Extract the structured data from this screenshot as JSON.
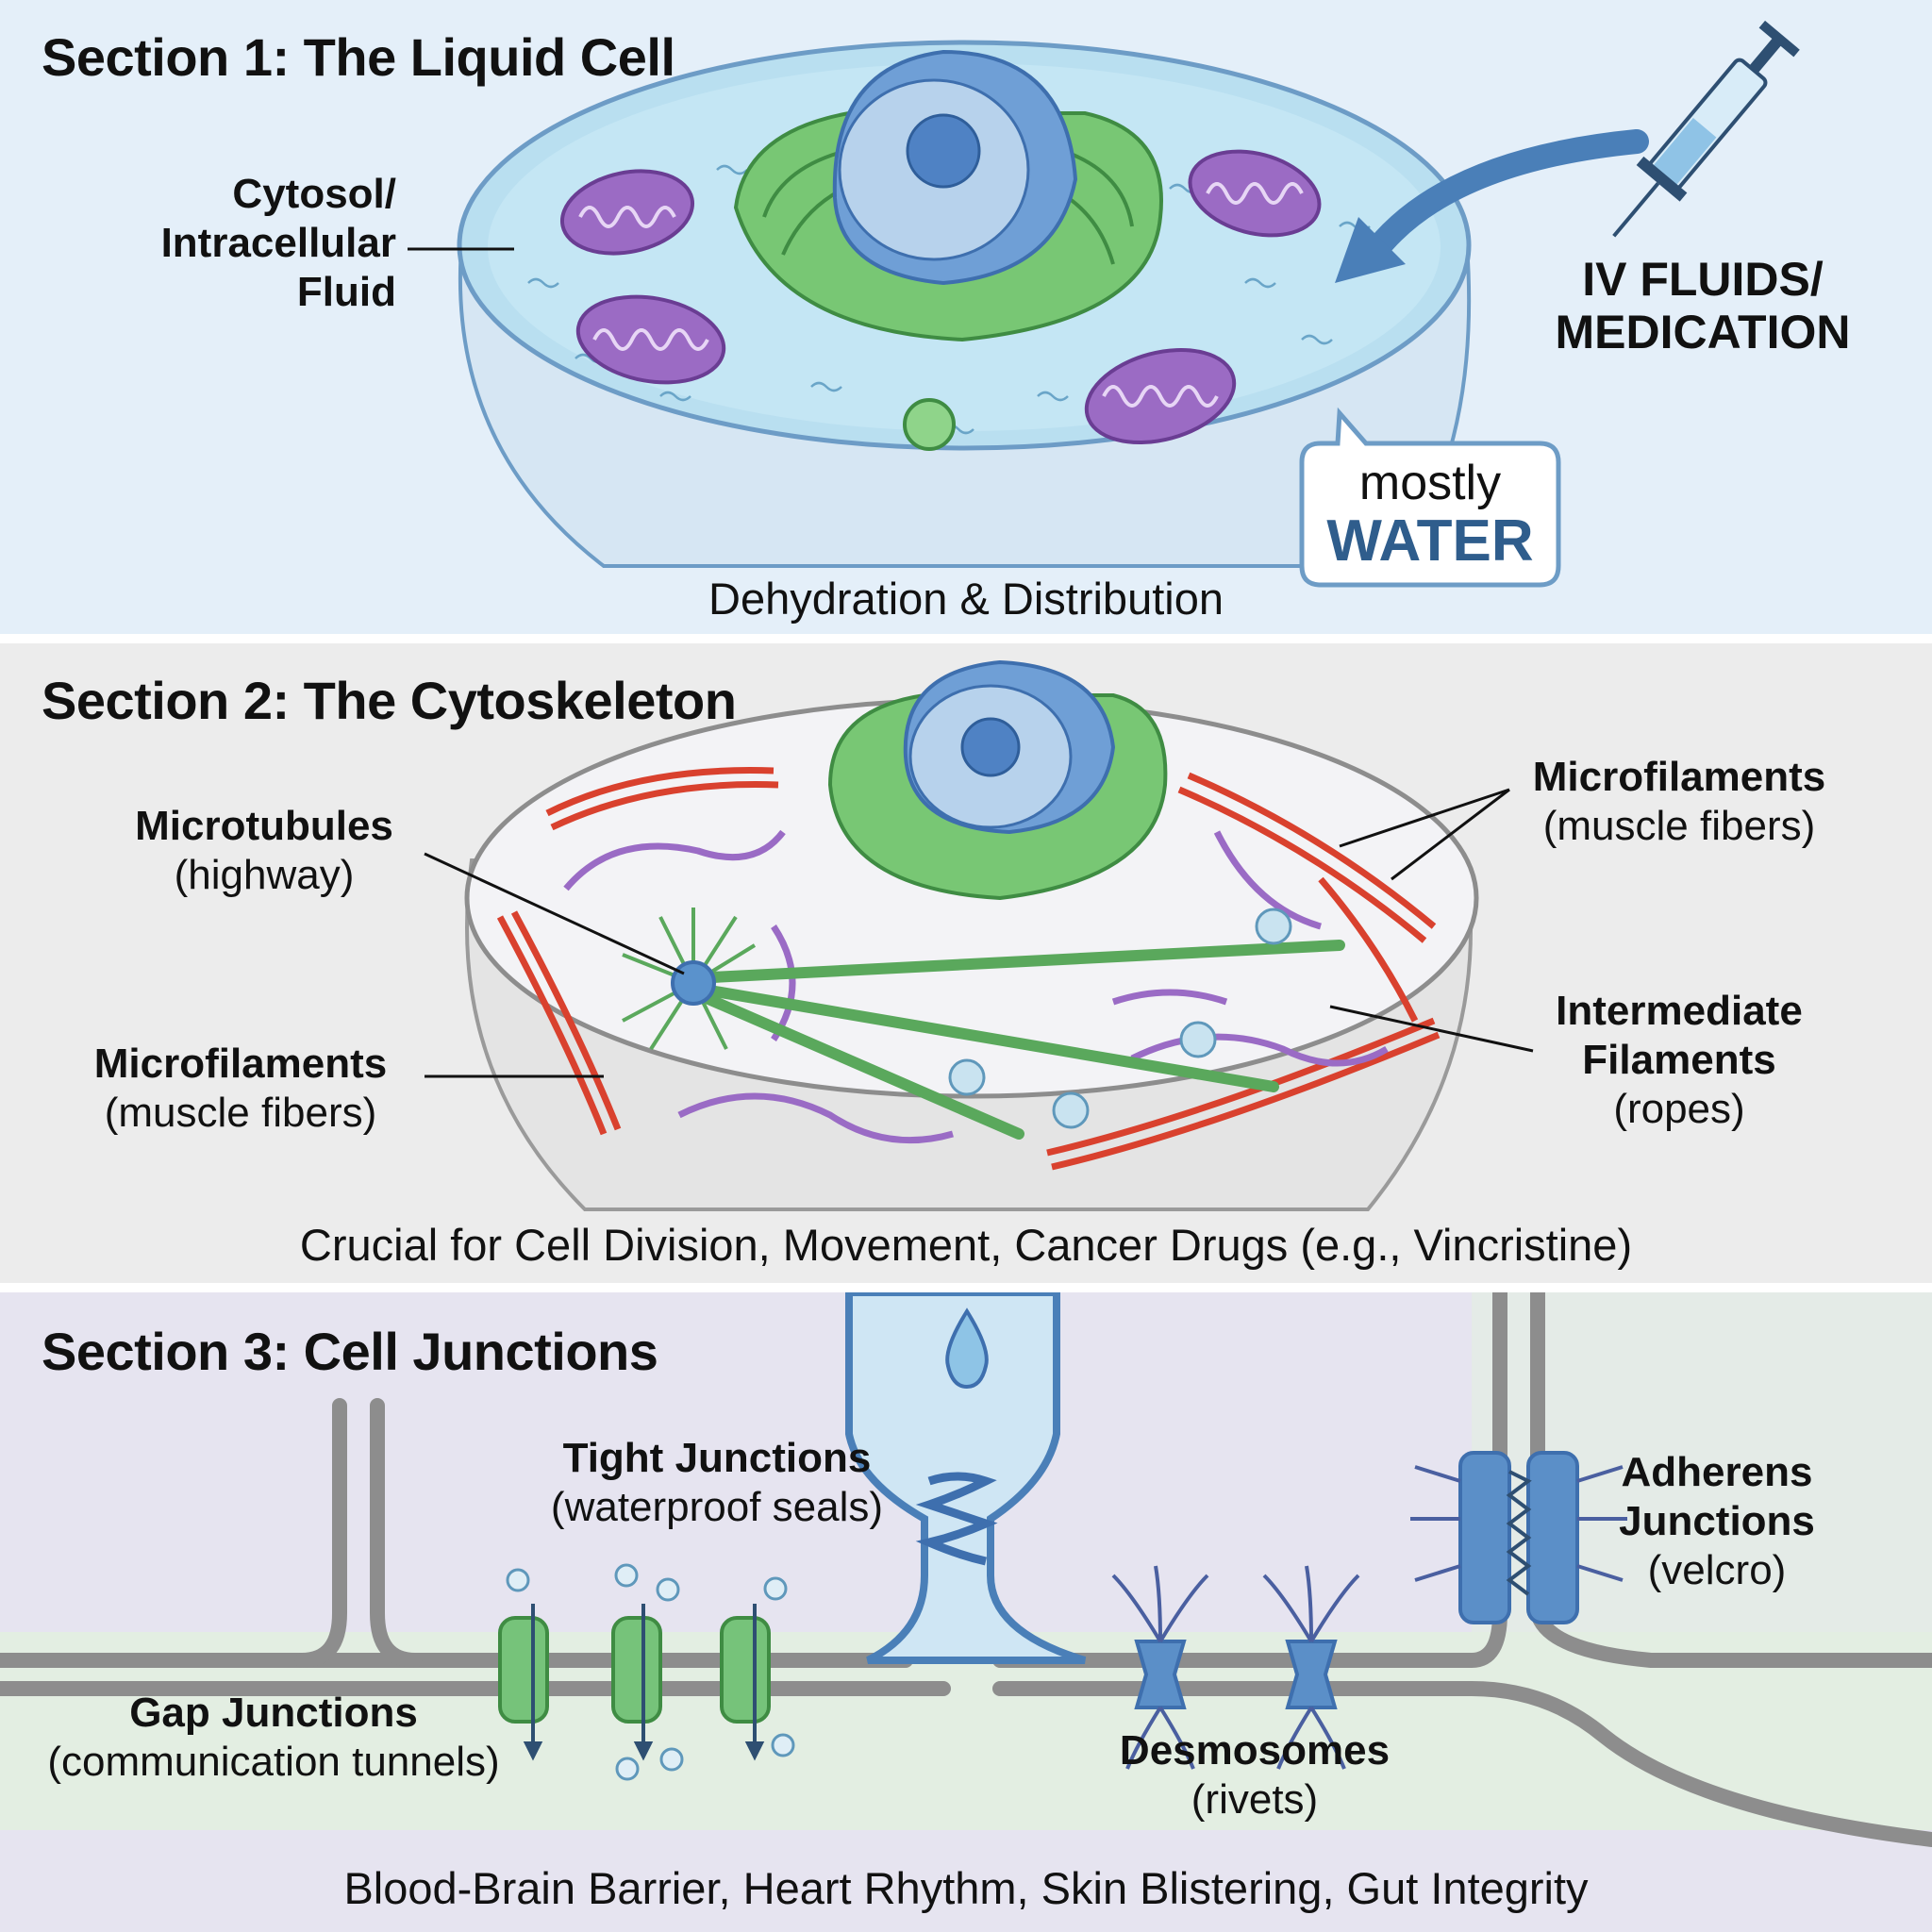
{
  "section1": {
    "title": "Section 1: The Liquid Cell",
    "cytosol_label": [
      "Cytosol/",
      "Intracellular",
      "Fluid"
    ],
    "iv_label": [
      "IV FLUIDS/",
      "MEDICATION"
    ],
    "bubble": {
      "small": "mostly",
      "big": "WATER"
    },
    "caption": "Dehydration & Distribution"
  },
  "section2": {
    "title": "Section 2: The Cytoskeleton",
    "microtubules": {
      "name": "Microtubules",
      "desc": "(highway)"
    },
    "microfilaments_left": {
      "name": "Microfilaments",
      "desc": "(muscle fibers)"
    },
    "microfilaments_right": {
      "name": "Microfilaments",
      "desc": "(muscle fibers)"
    },
    "intermediate": {
      "name_line1": "Intermediate",
      "name_line2": "Filaments",
      "desc": "(ropes)"
    },
    "caption": "Crucial for Cell Division, Movement, Cancer Drugs (e.g., Vincristine)"
  },
  "section3": {
    "title": "Section 3: Cell Junctions",
    "tight": {
      "name": "Tight Junctions",
      "desc": "(waterproof seals)"
    },
    "adherens": {
      "name_line1": "Adherens",
      "name_line2": "Junctions",
      "desc": "(velcro)"
    },
    "gap": {
      "name": "Gap Junctions",
      "desc": "(communication tunnels)"
    },
    "desmosomes": {
      "name": "Desmosomes",
      "desc": "(rivets)"
    },
    "caption": "Blood-Brain Barrier, Heart Rhythm, Skin Blistering, Gut Integrity"
  },
  "colors": {
    "cell_blue": "#a9d4ea",
    "golgi_green": "#6cc36c",
    "mito_purple": "#8a5bb0",
    "actin_red": "#d9412e",
    "junction_blue": "#4a7fb8"
  }
}
